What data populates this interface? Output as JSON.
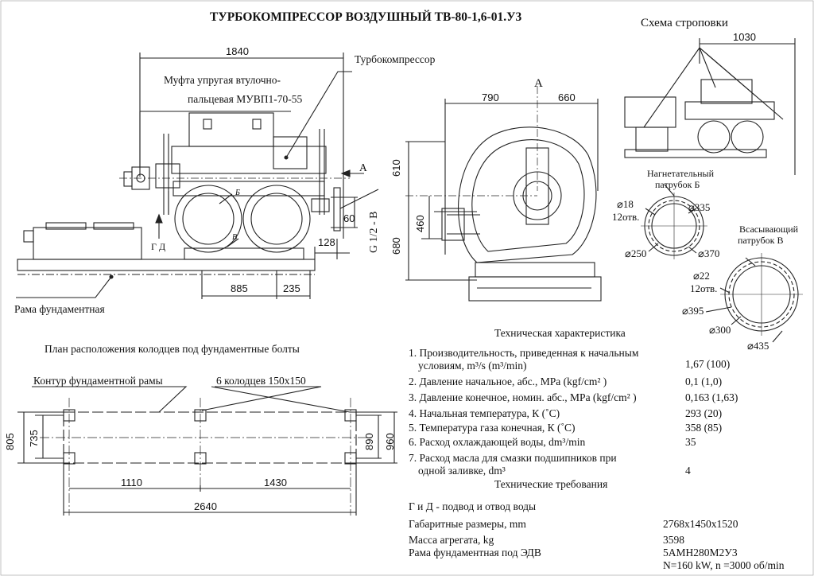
{
  "title": "ТУРБОКОМПРЕССОР ВОЗДУШНЫЙ ТВ-80-1,6-01.У3",
  "sling_scheme": {
    "title": "Схема строповки",
    "dim": "1030"
  },
  "front_view": {
    "dim_top": "1840",
    "label_turbo": "Турбокомпрессор",
    "coupling_line1": "Муфта упругая втулочно-",
    "coupling_line2": "пальцевая МУВП1-70-55",
    "arrow_a": "А",
    "pipe_b": "Б",
    "pipe_v": "В",
    "gd": "Г Д",
    "thread": "G 1/2 - В",
    "dim_60": "60",
    "dim_128": "128",
    "dim_885": "885",
    "dim_235": "235",
    "frame_label": "Рама фундаментная"
  },
  "side_view": {
    "label_a": "А",
    "dim_790": "790",
    "dim_660": "660",
    "dim_610": "610",
    "dim_460": "460",
    "dim_680": "680"
  },
  "flange_b": {
    "title_line1": "Нагнетательный",
    "title_line2": "патрубок Б",
    "d18": "⌀18",
    "holes": "12отв.",
    "d335": "⌀335",
    "d250": "⌀250",
    "d370": "⌀370"
  },
  "flange_v": {
    "title_line1": "Всасывающий",
    "title_line2": "патрубок В",
    "d22": "⌀22",
    "holes": "12отв.",
    "d395": "⌀395",
    "d300": "⌀300",
    "d435": "⌀435"
  },
  "plan": {
    "title": "План расположения колодцев под фундаментные болты",
    "contour": "Контур фундаментной рамы",
    "wells": "6 колодцев 150х150",
    "dim_805": "805",
    "dim_735": "735",
    "dim_890": "890",
    "dim_960": "960",
    "dim_1110": "1110",
    "dim_1430": "1430",
    "dim_2640": "2640"
  },
  "specs": {
    "title": "Техническая характеристика",
    "items": [
      {
        "line1": "1. Производительность, приведенная к начальным",
        "line2": "условиям, m³/s (m³/min)",
        "value": "1,67 (100)"
      },
      {
        "line1": "2. Давление начальное, абс., MPa (kgf/cm² )",
        "value": "0,1 (1,0)"
      },
      {
        "line1": "3. Давление конечное, номин. абс., MPa (kgf/cm² )",
        "value": "0,163 (1,63)"
      },
      {
        "line1": "4. Начальная температура, К (˚С)",
        "value": "293 (20)"
      },
      {
        "line1": "5. Температура газа конечная, К (˚С)",
        "value": "358 (85)"
      },
      {
        "line1": "6. Расход охлаждающей воды, dm³/min",
        "value": "35"
      },
      {
        "line1": "7. Расход масла для смазки подшипников при",
        "line2": "одной заливке, dm³",
        "value": "4"
      }
    ]
  },
  "requirements": {
    "title": "Технические требования",
    "water": "Г и Д - подвод и отвод воды",
    "rows": [
      {
        "label": "Габаритные размеры, mm",
        "value": "2768х1450х1520"
      },
      {
        "label": "Масса агрегата, kg",
        "value": "3598"
      },
      {
        "label": "Рама фундаментная под ЭДВ",
        "value": "5АМН280М2У3"
      }
    ],
    "motor": "N=160 kW, n =3000 об/min"
  }
}
